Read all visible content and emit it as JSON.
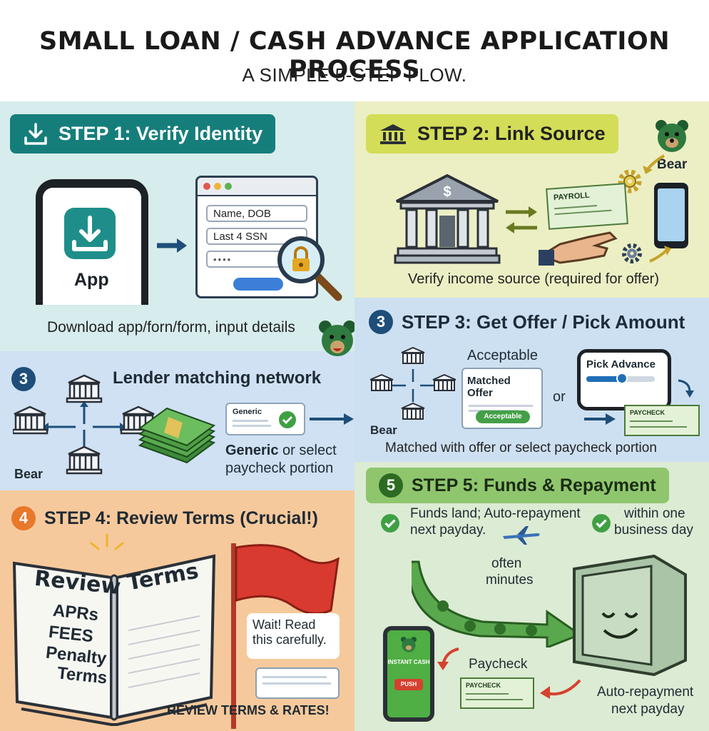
{
  "title": "SMALL LOAN / CASH ADVANCE APPLICATION PROCESS",
  "subtitle": "A SIMPLE 5-STEP FLOW.",
  "step1": {
    "heading": "STEP 1: Verify Identity",
    "app_label": "App",
    "field_name": "Name, DOB",
    "field_ssn": "Last 4 SSN",
    "field_pin": "••••",
    "caption": "Download app/forn/form, input details"
  },
  "step2": {
    "heading": "STEP 2: Link Source",
    "bear_label": "Bear",
    "payroll_label": "PAYROLL",
    "caption": "Verify income source (required for offer)"
  },
  "matching": {
    "number": "3",
    "heading": "Lender matching network",
    "generic_card": "Generic",
    "option_bold": "Generic",
    "option_rest": " or select",
    "option_line2": "paycheck portion",
    "bear_label": "Bear"
  },
  "step3": {
    "number": "3",
    "heading": "STEP 3: Get Offer / Pick Amount",
    "acceptable_label": "Acceptable",
    "matched_offer": "Matched Offer",
    "acceptable_button": "Acceptable",
    "or": "or",
    "pick_advance": "Pick Advance",
    "paycheck_label": "PAYCHECK",
    "bear_label": "Bear",
    "caption": "Matched with offer or select paycheck portion"
  },
  "step4": {
    "number": "4",
    "heading": "STEP 4: Review Terms (Crucial!)",
    "book_left": "Review",
    "book_right": "Terms",
    "apr": "APRs",
    "fees": "FEES",
    "penalty": "Penalty",
    "terms": "Terms",
    "wait_line1": "Wait! Read",
    "wait_line2": "this carefully.",
    "footer": "REVIEW TERMS & RATES!"
  },
  "step5": {
    "number": "5",
    "heading": "STEP 5: Funds & Repayment",
    "funds_line1": "Funds land; Auto-repayment",
    "funds_line2": "next payday.",
    "within_line1": "within one",
    "within_line2": "business day",
    "often_line1": "often",
    "often_line2": "minutes",
    "instant_cash": "INSTANT CASH",
    "push_button": "PUSH",
    "paycheck_label": "Paycheck",
    "paycheck_card": "PAYCHECK",
    "auto_line1": "Auto-repayment",
    "auto_line2": "next payday"
  },
  "colors": {
    "teal": "#157e7b",
    "olive": "#d4dd57",
    "blue": "#1e4e79",
    "orange": "#e8782a",
    "green": "#8fc66d",
    "money_green": "#3d8a3a"
  }
}
